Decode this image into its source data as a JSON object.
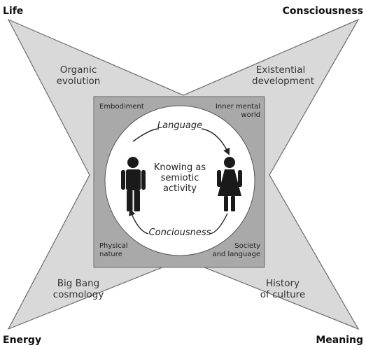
{
  "diagram": {
    "corners": {
      "top_left": "Life",
      "top_right": "Consciousness",
      "bottom_left": "Energy",
      "bottom_right": "Meaning"
    },
    "arms": {
      "top_left": [
        "Organic",
        "evolution"
      ],
      "top_right": [
        "Existential",
        "development"
      ],
      "bottom_left": [
        "Big Bang",
        "cosmology"
      ],
      "bottom_right": [
        "History",
        "of culture"
      ]
    },
    "inner_square": {
      "top_left": "Embodiment",
      "top_right": [
        "Inner mental",
        "world"
      ],
      "bottom_left": [
        "Physical",
        "nature"
      ],
      "bottom_right": [
        "Society",
        "and language"
      ]
    },
    "circle": {
      "top_flow": "Language",
      "bottom_flow": "Conciousness",
      "center": [
        "Knowing as",
        "semiotic",
        "activity"
      ]
    },
    "icons": {
      "left": "male-figure-icon",
      "right": "female-figure-icon"
    },
    "colors": {
      "star_fill": "#d9d9d9",
      "star_stroke": "#6b6b6b",
      "square_fill": "#a9a9a9",
      "circle_fill": "#ffffff",
      "figure_fill": "#1a1a1a"
    }
  }
}
